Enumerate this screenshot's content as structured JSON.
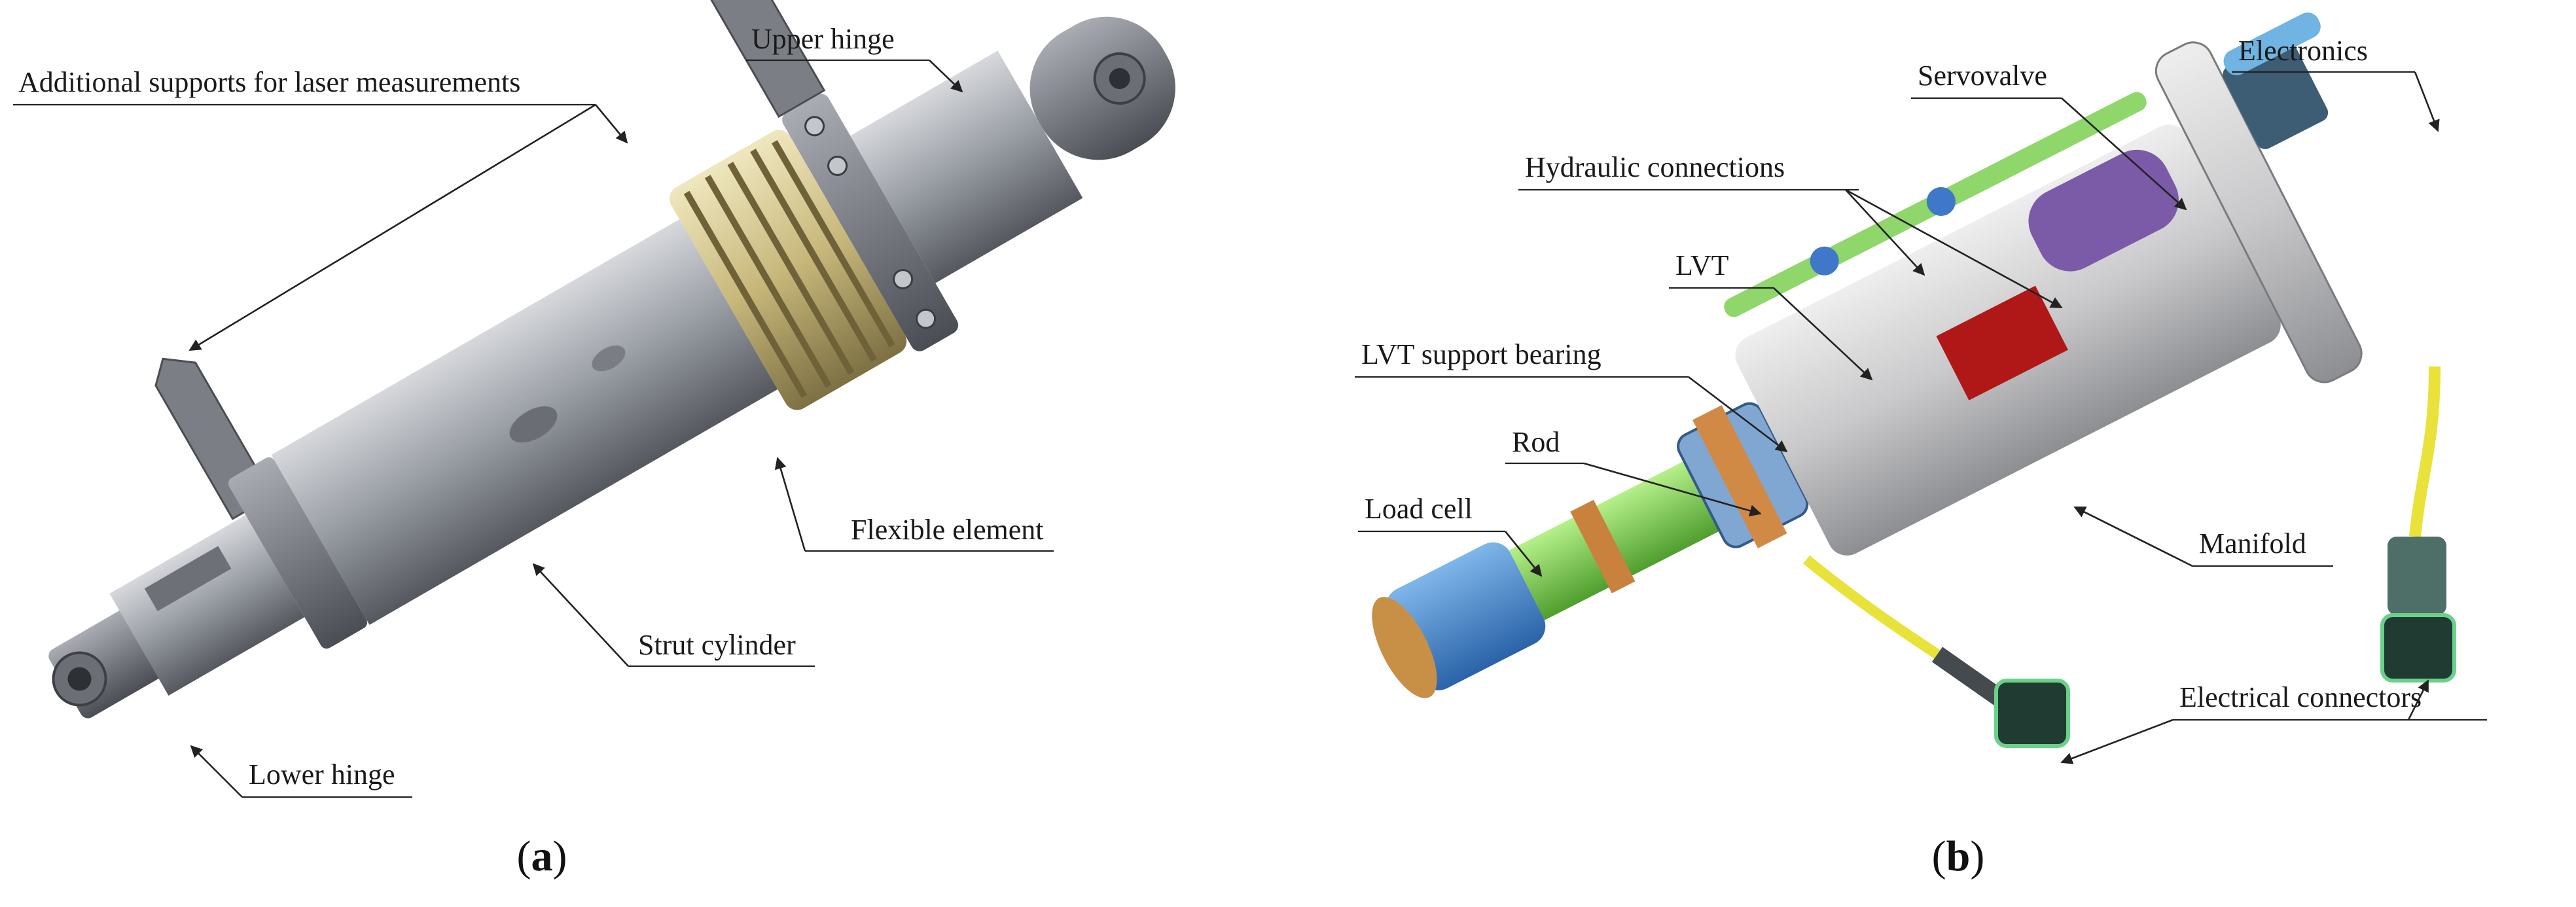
{
  "panels": [
    {
      "caption_open": "(",
      "caption_letter": "a",
      "caption_close": ")",
      "labels": {
        "upper_hinge": "Upper hinge",
        "additional_supports": "Additional supports for laser measurements",
        "flexible_element": "Flexible element",
        "strut_cylinder": "Strut cylinder",
        "lower_hinge": "Lower hinge"
      }
    },
    {
      "caption_open": "(",
      "caption_letter": "b",
      "caption_close": ")",
      "labels": {
        "servovalve": "Servovalve",
        "electronics": "Electronics",
        "hydraulic_connections": "Hydraulic connections",
        "lvt": "LVT",
        "lvt_support_bearing": "LVT support bearing",
        "rod": "Rod",
        "load_cell": "Load cell",
        "manifold": "Manifold",
        "electrical_connectors": "Electrical connectors"
      }
    }
  ]
}
